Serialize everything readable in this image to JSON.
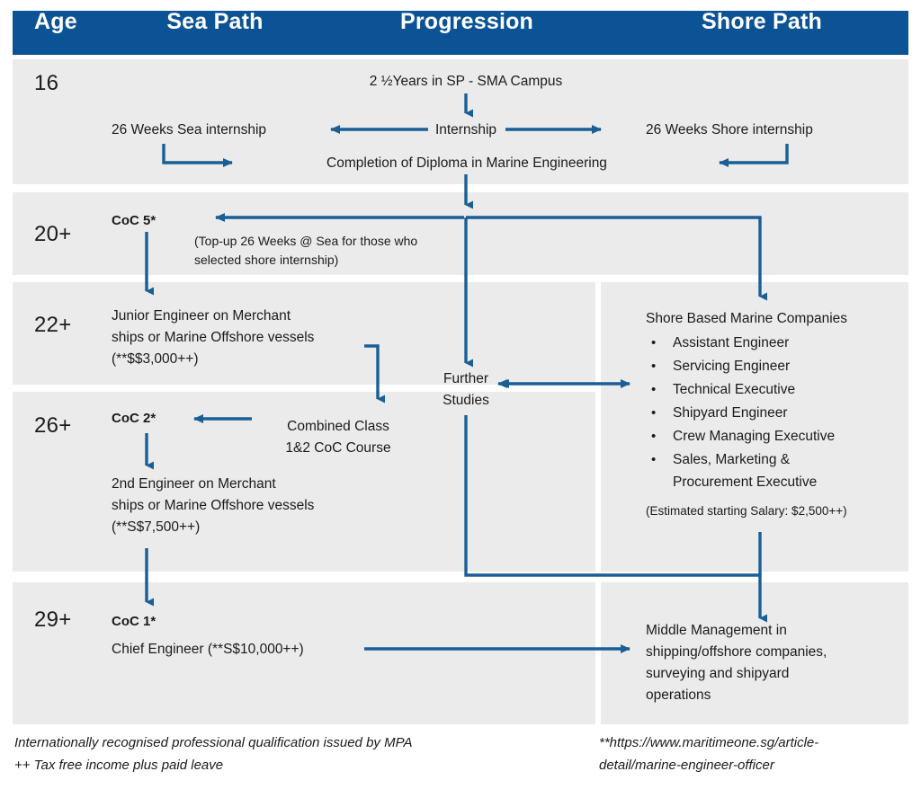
{
  "header": {
    "columns": [
      {
        "key": "age",
        "label": "Age"
      },
      {
        "key": "sea",
        "label": "Sea Path"
      },
      {
        "key": "prog",
        "label": "Progression"
      },
      {
        "key": "shore",
        "label": "Shore Path"
      }
    ],
    "bar_color": "#0B5394"
  },
  "theme": {
    "band_color": "#ebebeb",
    "arrow_color": "#1A5E96",
    "text_color": "#1b1b1b",
    "page_background": "#ffffff"
  },
  "rows": [
    {
      "age": "16"
    },
    {
      "age": "20+"
    },
    {
      "age": "22+"
    },
    {
      "age": "26+"
    },
    {
      "age": "29+"
    }
  ],
  "row16": {
    "campus": "2 ½Years in SP - SMA Campus",
    "internship": "Internship",
    "sea_internship": "26 Weeks Sea internship",
    "shore_internship": "26 Weeks Shore internship",
    "diploma": "Completion of Diploma in Marine Engineering"
  },
  "row20": {
    "coc5": "CoC 5*",
    "topup": "(Top-up 26 Weeks @ Sea for those who\nselected shore internship)"
  },
  "row22": {
    "junior_engineer": "Junior Engineer on Merchant\nships or Marine Offshore vessels\n(**$$3,000++)"
  },
  "row26": {
    "coc2": "CoC 2*",
    "combined_class": "Combined Class\n1&2 CoC Course",
    "second_engineer": "2nd Engineer on Merchant\nships or Marine Offshore vessels\n(**S$7,500++)"
  },
  "row29": {
    "coc1": "CoC 1*",
    "chief_engineer": "Chief Engineer (**S$10,000++)",
    "middle_management": "Middle Management in\nshipping/offshore companies,\nsurveying and shipyard\noperations"
  },
  "further_studies": "Further\nStudies",
  "shore_panel": {
    "title": "Shore Based Marine Companies",
    "bullet_glyph": "•",
    "items": [
      "Assistant Engineer",
      "Servicing Engineer",
      "Technical Executive",
      "Shipyard Engineer",
      "Crew Managing Executive",
      "Sales, Marketing &\nProcurement Executive"
    ],
    "note": "(Estimated starting Salary: $2,500++)"
  },
  "footnotes": {
    "left": "Internationally recognised professional qualification issued by MPA\n++ Tax free income plus paid leave",
    "right": "**https://www.maritimeone.sg/article-\ndetail/marine-engineer-officer"
  }
}
